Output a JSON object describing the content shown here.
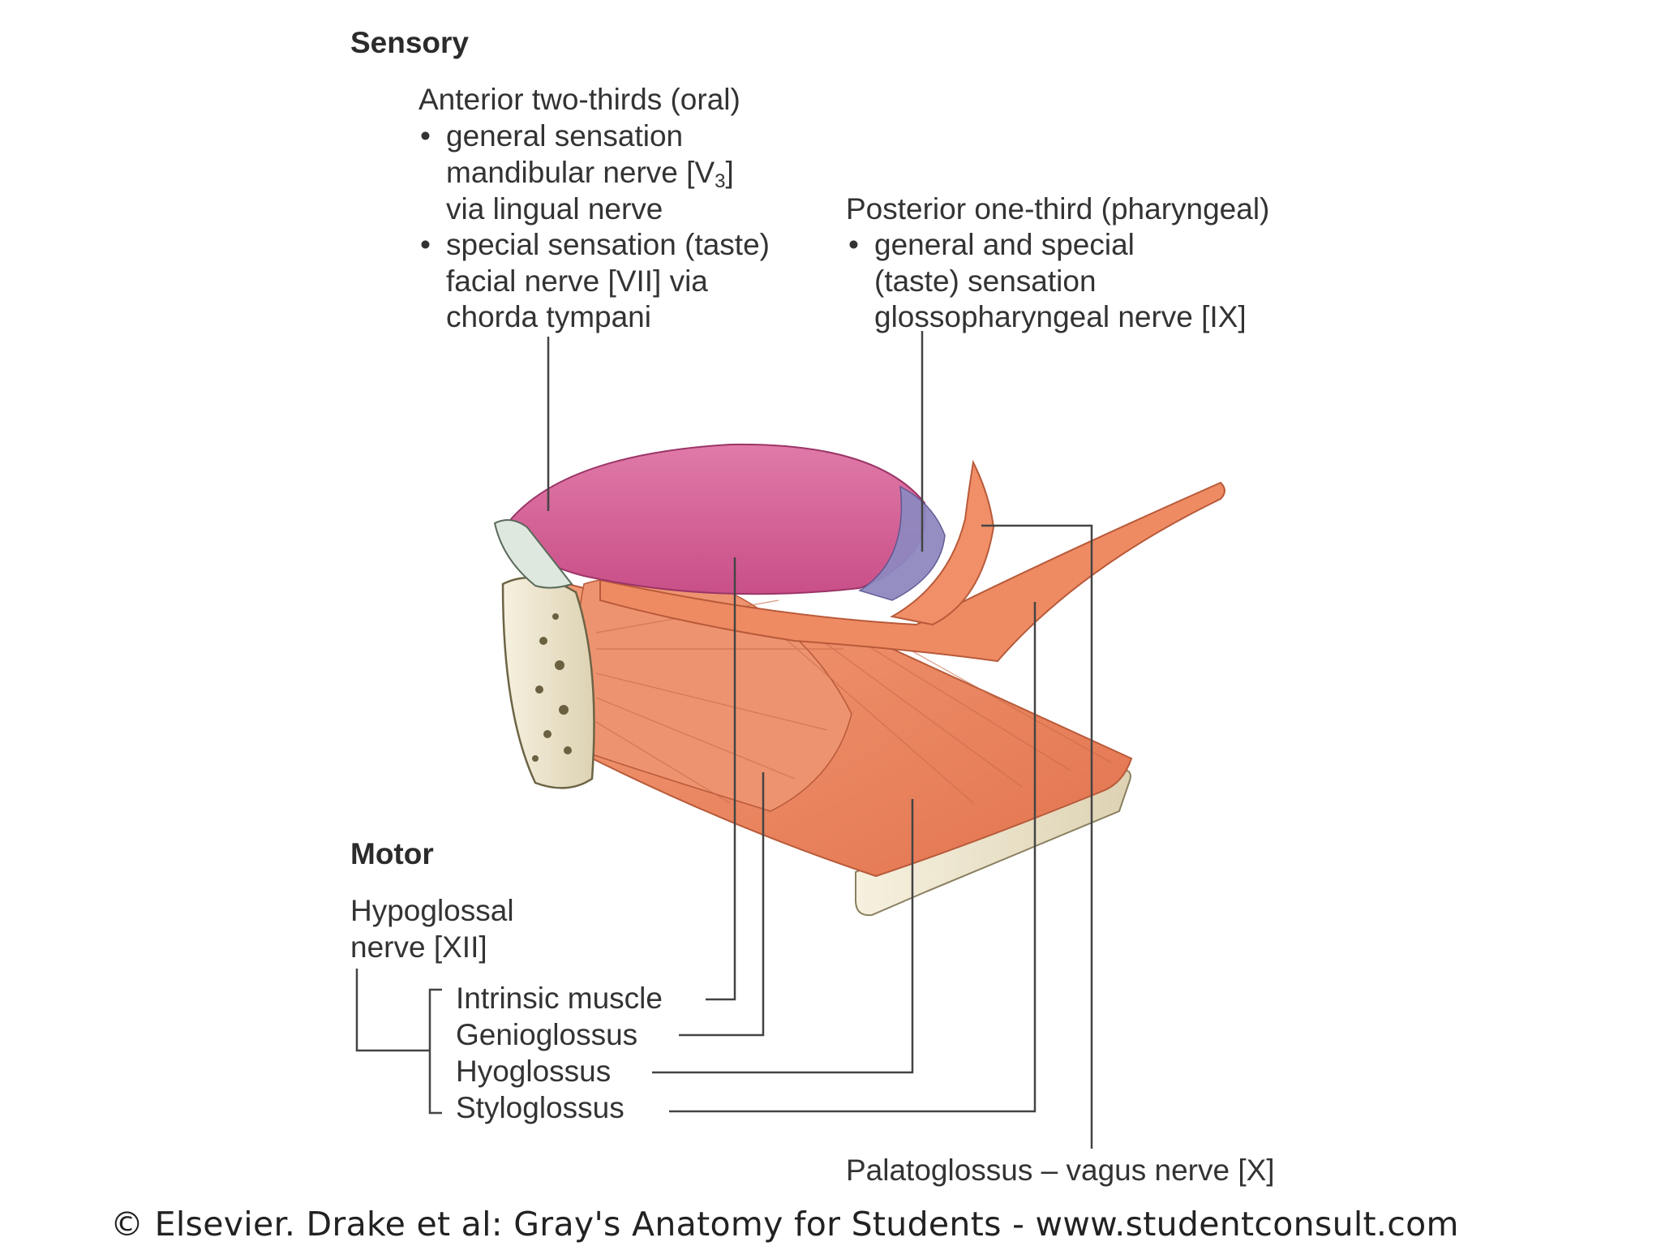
{
  "sensory": {
    "heading": "Sensory",
    "anterior": {
      "title": "Anterior two-thirds (oral)",
      "general": [
        "general sensation",
        "mandibular nerve [V",
        "3",
        "]",
        "via lingual nerve"
      ],
      "special": [
        "special sensation (taste)",
        "facial nerve [VII] via",
        "chorda tympani"
      ]
    },
    "posterior": {
      "title": "Posterior one-third (pharyngeal)",
      "lines": [
        "general and special",
        "(taste) sensation",
        "glossopharyngeal nerve [IX]"
      ]
    }
  },
  "motor": {
    "heading": "Motor",
    "nerve": [
      "Hypoglossal",
      "nerve [XII]"
    ],
    "muscles": [
      "Intrinsic muscle",
      "Genioglossus",
      "Hyoglossus",
      "Styloglossus"
    ],
    "palatoglossus": "Palatoglossus – vagus nerve [X]"
  },
  "credit": "© Elsevier. Drake et al: Gray's Anatomy for Students - www.studentconsult.com",
  "colors": {
    "tongue_dorsum": "#d35c94",
    "posterior_third": "#8f88c0",
    "muscle": "#ec8a63",
    "bone": "#efe7cf",
    "leader_line": "#444444"
  }
}
